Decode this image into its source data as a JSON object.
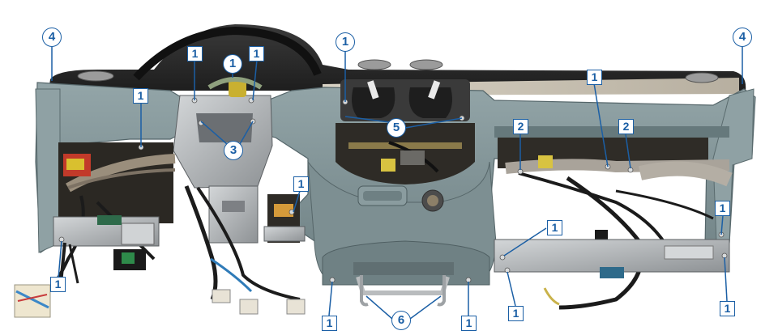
{
  "colors": {
    "background": "#ffffff",
    "panel": "#7f9295",
    "panel_dark": "#5f7073",
    "panel_light": "#9fb0b2",
    "top_pad": "#2b2b2b",
    "metal": "#b9bcbe",
    "callout": "#1b5fa5"
  },
  "callouts": {
    "square_1": "1",
    "square_2": "2",
    "circle_1": "1",
    "circle_3": "3",
    "circle_4": "4",
    "circle_5": "5",
    "circle_6": "6"
  }
}
